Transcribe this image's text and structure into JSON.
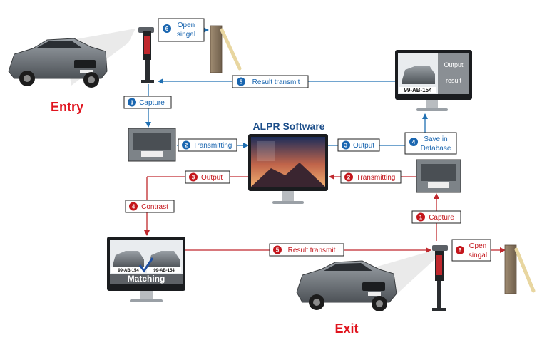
{
  "labels": {
    "entry": "Entry",
    "exit": "Exit",
    "software_title": "ALPR Software",
    "output_result_line1": "Output",
    "output_result_line2": "result",
    "plate_text": "99-AB-154",
    "matching": "Matching"
  },
  "entry_flow": {
    "step1": {
      "num": "1",
      "label": "Capture"
    },
    "step2": {
      "num": "2",
      "label": "Transmitting"
    },
    "step3": {
      "num": "3",
      "label": "Output"
    },
    "step4": {
      "num": "4",
      "line1": "Save in",
      "line2": "Database"
    },
    "step5": {
      "num": "5",
      "label": "Result transmit"
    },
    "step6": {
      "num": "6",
      "line1": "Open",
      "line2": "singal"
    }
  },
  "exit_flow": {
    "step1": {
      "num": "1",
      "label": "Capture"
    },
    "step2": {
      "num": "2",
      "label": "Transmitting"
    },
    "step3": {
      "num": "3",
      "label": "Output"
    },
    "step4": {
      "num": "4",
      "label": "Contrast"
    },
    "step5": {
      "num": "5",
      "label": "Result transmit"
    },
    "step6": {
      "num": "6",
      "line1": "Open",
      "line2": "singal"
    }
  },
  "colors": {
    "entry_flow": "#1f6fb2",
    "exit_flow": "#c0282d",
    "entry_badge": "#1a66b0",
    "exit_badge": "#c4161c",
    "title_blue": "#1c4e8a",
    "label_red": "#e0141e"
  }
}
